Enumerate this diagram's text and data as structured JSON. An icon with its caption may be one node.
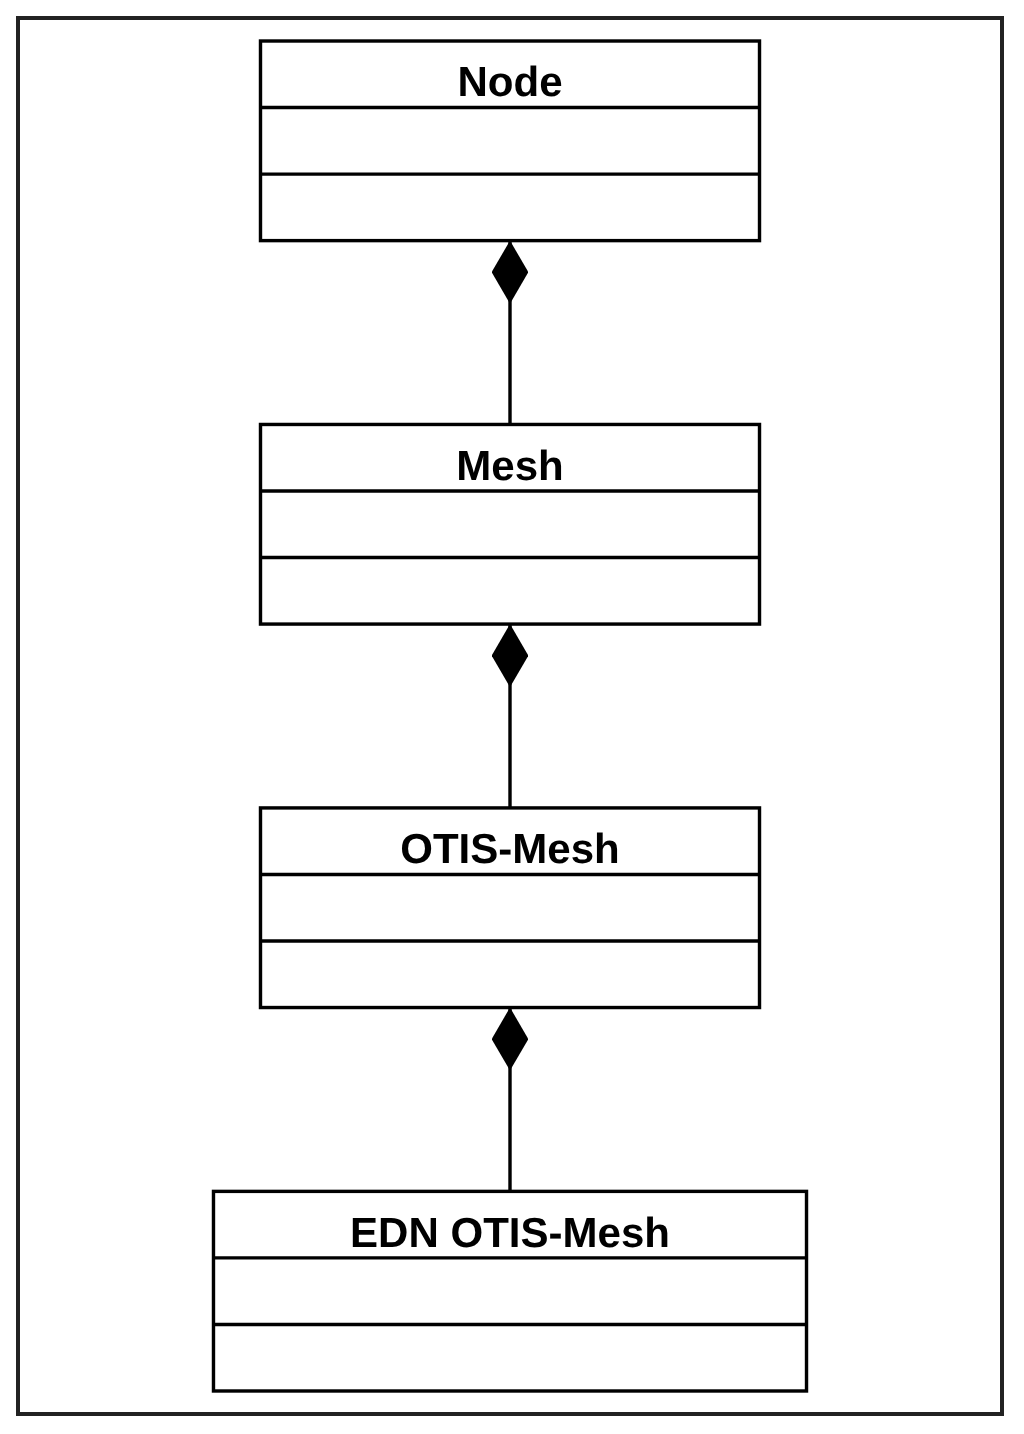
{
  "diagram": {
    "nodes": [
      {
        "text": [
          "Node"
        ]
      },
      {
        "text": [
          "Mesh"
        ]
      },
      {
        "text": [
          "OTIS-Mesh"
        ]
      },
      {
        "text": [
          "EDN OTIS-Mesh"
        ]
      }
    ],
    "edges": [
      {
        "from": 0,
        "to": 1,
        "arrow": "other"
      },
      {
        "from": 1,
        "to": 2,
        "arrow": "other"
      },
      {
        "from": 2,
        "to": 3,
        "arrow": "other"
      }
    ]
  }
}
